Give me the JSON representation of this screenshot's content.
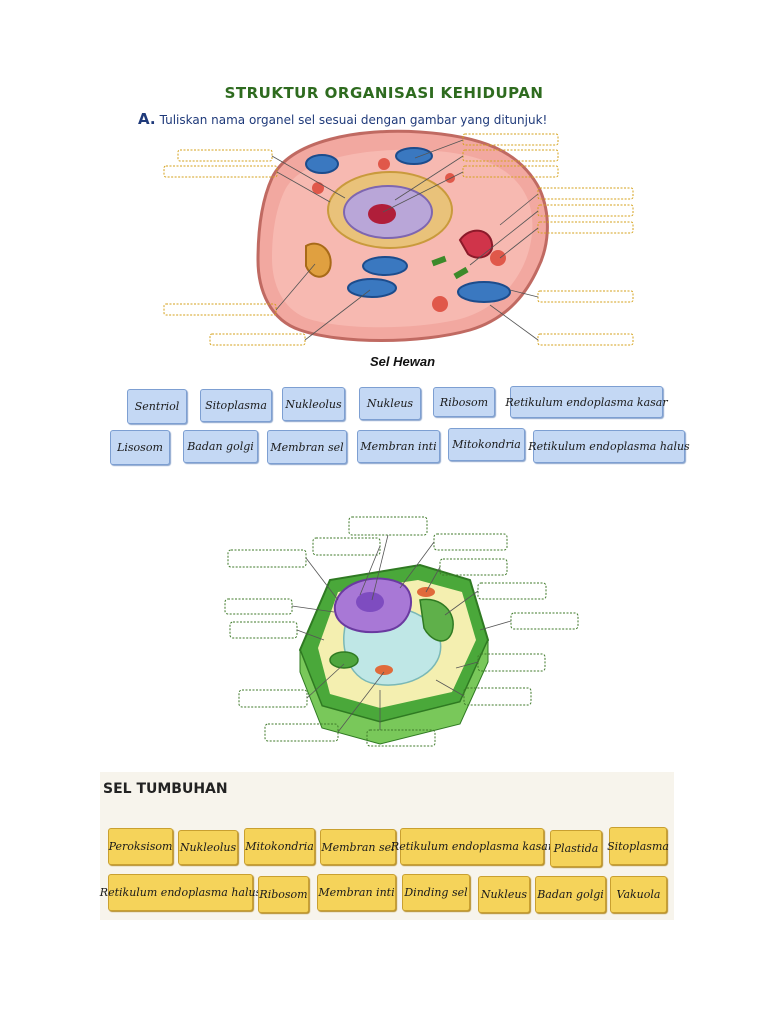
{
  "title": "STRUKTUR ORGANISASI KEHIDUPAN",
  "instruction": {
    "letter": "A.",
    "text": "Tuliskan nama organel sel sesuai dengan gambar yang ditunjuk!"
  },
  "animal_cell": {
    "caption": "Sel Hewan",
    "options": [
      "Sentriol",
      "Sitoplasma",
      "Nukleolus",
      "Nukleus",
      "Ribosom",
      "Retikulum endoplasma kasar",
      "Lisosom",
      "Badan golgi",
      "Membran sel",
      "Membran inti",
      "Mitokondria",
      "Retikulum endoplasma halus"
    ]
  },
  "plant_cell": {
    "heading": "SEL TUMBUHAN",
    "options": [
      "Peroksisom",
      "Nukleolus",
      "Mitokondria",
      "Membran sel",
      "Retikulum endoplasma kasar",
      "Plastida",
      "Sitoplasma",
      "Retikulum endoplasma halus",
      "Ribosom",
      "Membran inti",
      "Dinding sel",
      "Nukleus",
      "Badan golgi",
      "Vakuola"
    ]
  },
  "colors": {
    "title": "#2e6b1f",
    "instruction": "#1f3a7a",
    "animal_option_bg": "#c4d8f4",
    "plant_option_bg": "#f5d35a",
    "animal_label_border": "#d4a21c",
    "plant_label_border": "#3f7a2a"
  }
}
